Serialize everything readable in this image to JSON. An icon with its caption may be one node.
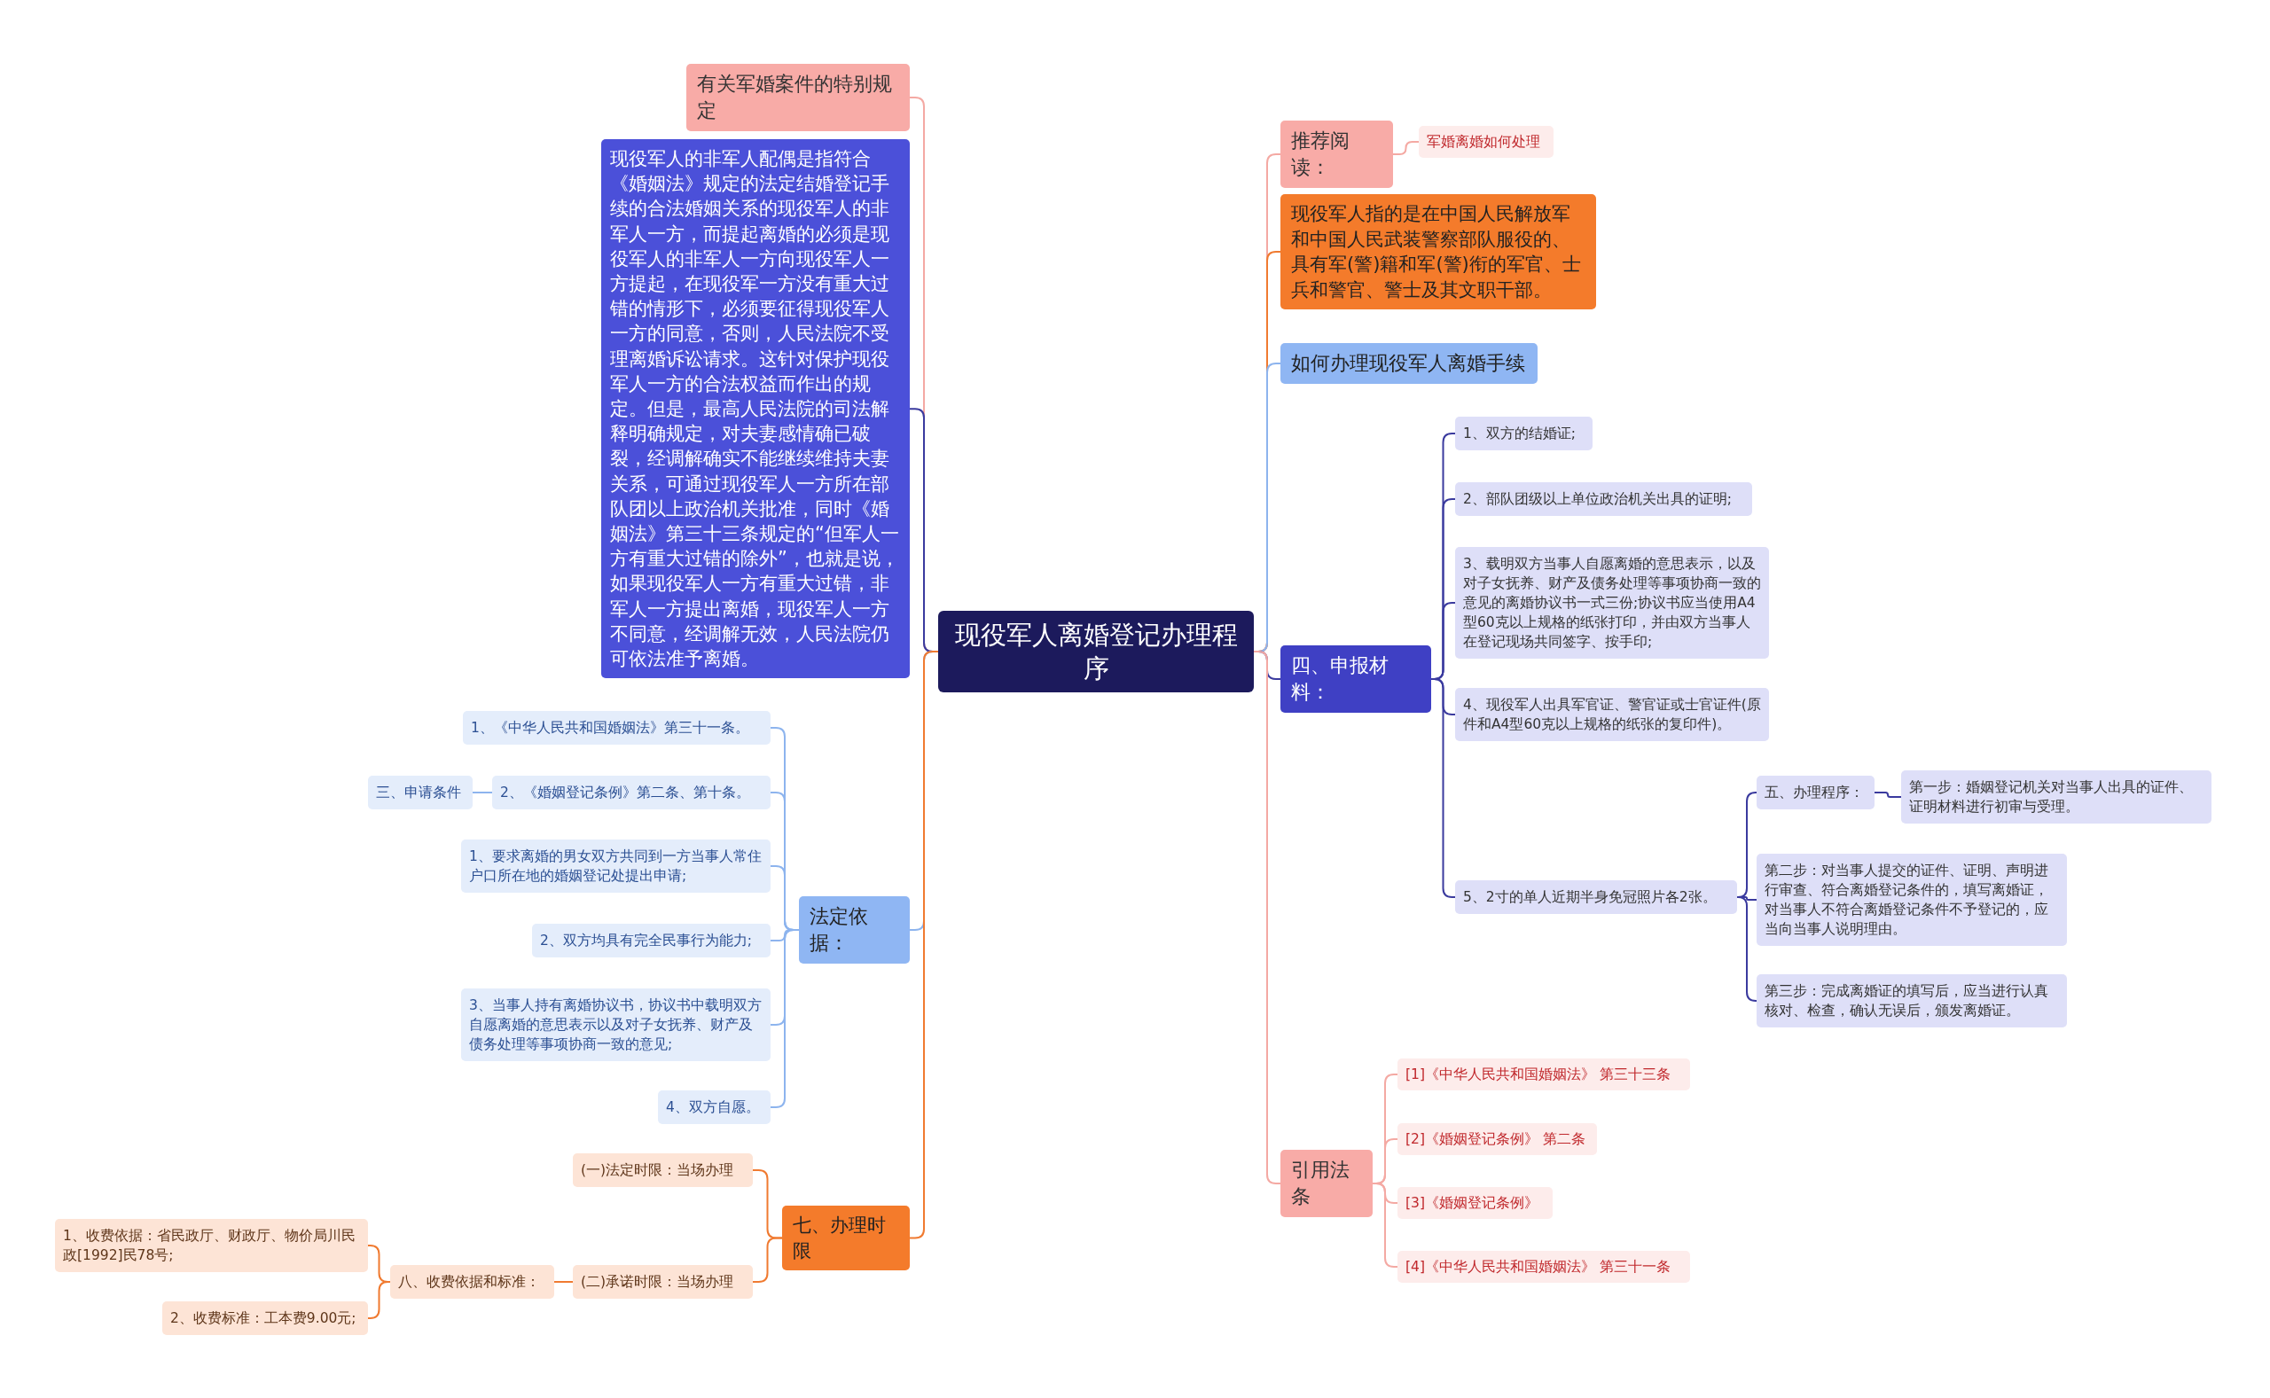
{
  "diagram": {
    "nodes": [
      {
        "text": [
          "现役军人离婚登记办理程序"
        ]
      },
      {
        "text": [
          "有关军婚案件的特别规定"
        ]
      },
      {
        "text": [
          "现役军人的非军人配偶是指符合《婚姻法》规定的法定结婚登记手续的合法婚姻关系的现役军人的非军人一方，而提起离婚的必须是现役军人的非军人一方向现役军人一方提起，在现役军一方没有重大过错的情形下，必须要征得现役军人一方的同意，否则，人民法院不受理离婚诉讼请求。这针对保护现役军人一方的合法权益而作出的规定。但是，最高人民法院的司法解释明确规定，对夫妻感情确已破裂，经调解确实不能继续维持夫妻关系，可通过现役军人一方所在部队团以上政治机关批准，同时《婚姻法》第三十三条规定的“但军人一方有重大过错的除外”，也就是说，如果现役军人一方有重大过错，非军人一方提出离婚，现役军人一方不同意，经调解无效，人民法院仍可依法准予离婚。"
        ]
      },
      {
        "text": [
          "法定依据："
        ]
      },
      {
        "text": [
          "1、《中华人民共和国婚姻法》第三十一条。"
        ]
      },
      {
        "text": [
          "2、《婚姻登记条例》第二条、第十条。"
        ]
      },
      {
        "text": [
          "三、申请条件"
        ]
      },
      {
        "text": [
          "1、要求离婚的男女双方共同到一方当事人常住户口所在地的婚姻登记处提出申请;"
        ]
      },
      {
        "text": [
          "2、双方均具有完全民事行为能力;"
        ]
      },
      {
        "text": [
          "3、当事人持有离婚协议书，协议书中载明双方自愿离婚的意思表示以及对子女抚养、财产及债务处理等事项协商一致的意见;"
        ]
      },
      {
        "text": [
          "4、双方自愿。"
        ]
      },
      {
        "text": [
          "七、办理时限"
        ]
      },
      {
        "text": [
          "(一)法定时限：当场办理"
        ]
      },
      {
        "text": [
          "(二)承诺时限：当场办理"
        ]
      },
      {
        "text": [
          "八、收费依据和标准："
        ]
      },
      {
        "text": [
          "1、收费依据：省民政厅、财政厅、物价局川民政[1992]民78号;"
        ]
      },
      {
        "text": [
          "2、收费标准：工本费9.00元;"
        ]
      },
      {
        "text": [
          "推荐阅读："
        ]
      },
      {
        "text": [
          "军婚离婚如何处理"
        ]
      },
      {
        "text": [
          "现役军人指的是在中国人民解放军和中国人民武装警察部队服役的、具有军(警)籍和军(警)衔的军官、士兵和警官、警士及其文职干部。"
        ]
      },
      {
        "text": [
          "如何办理现役军人离婚手续"
        ]
      },
      {
        "text": [
          "四、申报材料："
        ]
      },
      {
        "text": [
          "1、双方的结婚证;"
        ]
      },
      {
        "text": [
          "2、部队团级以上单位政治机关出具的证明;"
        ]
      },
      {
        "text": [
          "3、载明双方当事人自愿离婚的意思表示，以及对子女抚养、财产及债务处理等事项协商一致的意见的离婚协议书一式三份;协议书应当使用A4型60克以上规格的纸张打印，并由双方当事人在登记现场共同签字、按手印;"
        ]
      },
      {
        "text": [
          "4、现役军人出具军官证、警官证或士官证件(原件和A4型60克以上规格的纸张的复印件)。"
        ]
      },
      {
        "text": [
          "5、2寸的单人近期半身免冠照片各2张。"
        ]
      },
      {
        "text": [
          "五、办理程序："
        ]
      },
      {
        "text": [
          "第一步：婚姻登记机关对当事人出具的证件、证明材料进行初审与受理。"
        ]
      },
      {
        "text": [
          "第二步：对当事人提交的证件、证明、声明进行审查、符合离婚登记条件的，填写离婚证，对当事人不符合离婚登记条件不予登记的，应当向当事人说明理由。"
        ]
      },
      {
        "text": [
          "第三步：完成离婚证的填写后，应当进行认真核对、检查，确认无误后，颁发离婚证。"
        ]
      },
      {
        "text": [
          "引用法条"
        ]
      },
      {
        "text": [
          "[1]《中华人民共和国婚姻法》 第三十三条"
        ]
      },
      {
        "text": [
          "[2]《婚姻登记条例》 第二条"
        ]
      },
      {
        "text": [
          "[3]《婚姻登记条例》"
        ]
      },
      {
        "text": [
          "[4]《中华人民共和国婚姻法》 第三十一条"
        ]
      }
    ],
    "edges": [
      {
        "from": 0,
        "to": 1,
        "arrow": "none",
        "color": "#f4a9a3"
      },
      {
        "from": 0,
        "to": 2,
        "arrow": "none",
        "color": "#3a3a9e"
      },
      {
        "from": 0,
        "to": 3,
        "arrow": "none",
        "color": "#8db4ee"
      },
      {
        "from": 0,
        "to": 11,
        "arrow": "none",
        "color": "#f07a30"
      },
      {
        "from": 3,
        "to": 4,
        "arrow": "none",
        "color": "#8db4ee"
      },
      {
        "from": 3,
        "to": 5,
        "arrow": "none",
        "color": "#8db4ee"
      },
      {
        "from": 5,
        "to": 6,
        "arrow": "none",
        "color": "#8db4ee"
      },
      {
        "from": 3,
        "to": 7,
        "arrow": "none",
        "color": "#8db4ee"
      },
      {
        "from": 3,
        "to": 8,
        "arrow": "none",
        "color": "#8db4ee"
      },
      {
        "from": 3,
        "to": 9,
        "arrow": "none",
        "color": "#8db4ee"
      },
      {
        "from": 3,
        "to": 10,
        "arrow": "none",
        "color": "#8db4ee"
      },
      {
        "from": 11,
        "to": 12,
        "arrow": "none",
        "color": "#f07a30"
      },
      {
        "from": 11,
        "to": 13,
        "arrow": "none",
        "color": "#f07a30"
      },
      {
        "from": 13,
        "to": 14,
        "arrow": "none",
        "color": "#f07a30"
      },
      {
        "from": 14,
        "to": 15,
        "arrow": "none",
        "color": "#f07a30"
      },
      {
        "from": 14,
        "to": 16,
        "arrow": "none",
        "color": "#f07a30"
      },
      {
        "from": 0,
        "to": 17,
        "arrow": "none",
        "color": "#f4a9a3"
      },
      {
        "from": 17,
        "to": 18,
        "arrow": "none",
        "color": "#f4a9a3"
      },
      {
        "from": 0,
        "to": 19,
        "arrow": "none",
        "color": "#f07a30"
      },
      {
        "from": 0,
        "to": 20,
        "arrow": "none",
        "color": "#8db4ee"
      },
      {
        "from": 0,
        "to": 21,
        "arrow": "none",
        "color": "#3a3a9e"
      },
      {
        "from": 21,
        "to": 22,
        "arrow": "none",
        "color": "#3a3a9e"
      },
      {
        "from": 21,
        "to": 23,
        "arrow": "none",
        "color": "#3a3a9e"
      },
      {
        "from": 21,
        "to": 24,
        "arrow": "none",
        "color": "#3a3a9e"
      },
      {
        "from": 21,
        "to": 25,
        "arrow": "none",
        "color": "#3a3a9e"
      },
      {
        "from": 21,
        "to": 26,
        "arrow": "none",
        "color": "#3a3a9e"
      },
      {
        "from": 26,
        "to": 27,
        "arrow": "none",
        "color": "#3a3a9e"
      },
      {
        "from": 27,
        "to": 28,
        "arrow": "none",
        "color": "#3a3a9e"
      },
      {
        "from": 26,
        "to": 29,
        "arrow": "none",
        "color": "#3a3a9e"
      },
      {
        "from": 26,
        "to": 30,
        "arrow": "none",
        "color": "#3a3a9e"
      },
      {
        "from": 0,
        "to": 31,
        "arrow": "none",
        "color": "#f4a9a3"
      },
      {
        "from": 31,
        "to": 32,
        "arrow": "none",
        "color": "#f4a9a3"
      },
      {
        "from": 31,
        "to": 33,
        "arrow": "none",
        "color": "#f4a9a3"
      },
      {
        "from": 31,
        "to": 34,
        "arrow": "none",
        "color": "#f4a9a3"
      },
      {
        "from": 31,
        "to": 35,
        "arrow": "none",
        "color": "#f4a9a3"
      }
    ]
  }
}
